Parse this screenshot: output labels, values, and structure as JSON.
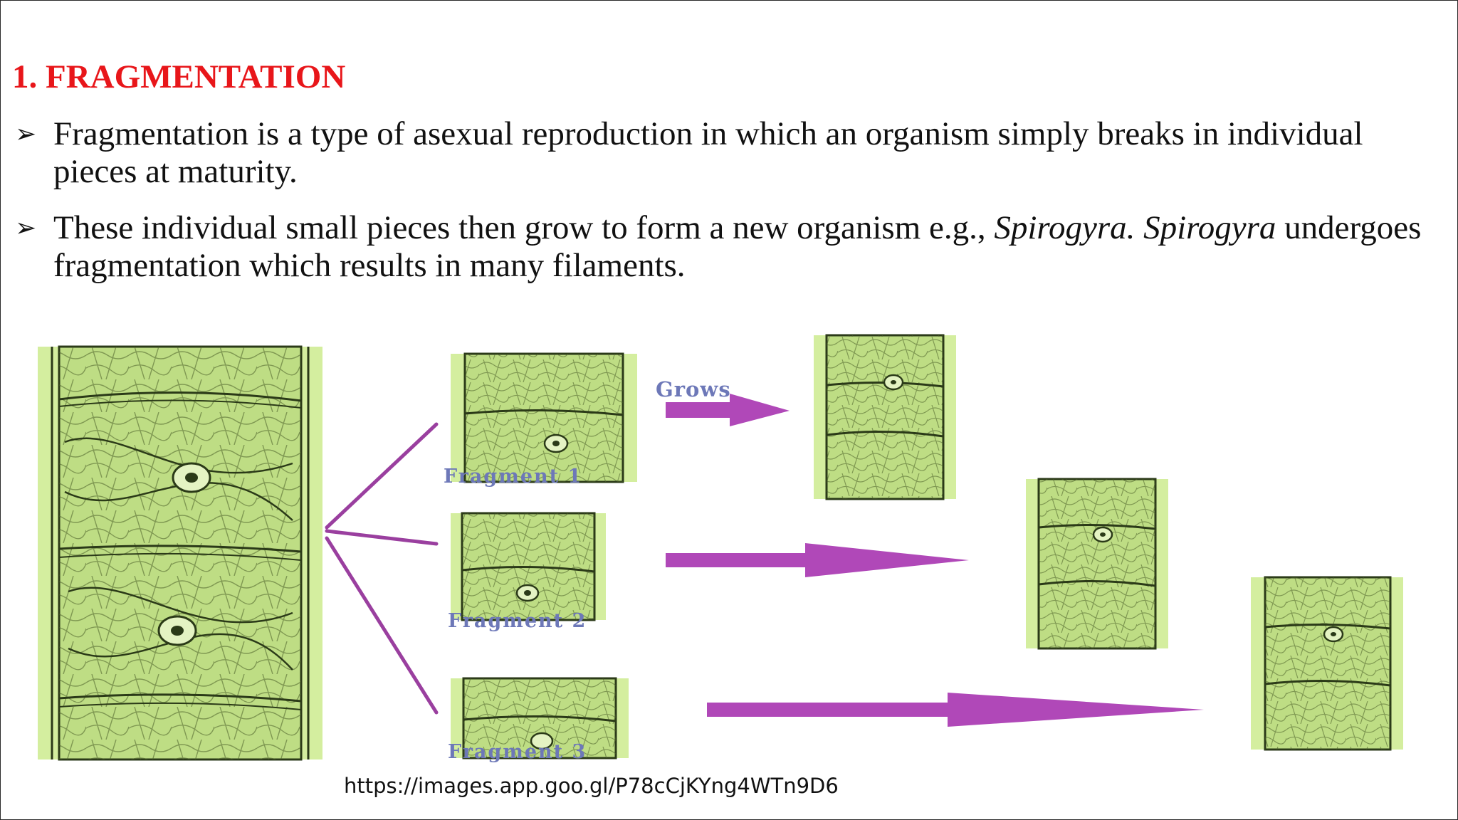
{
  "slide": {
    "title": "1. FRAGMENTATION",
    "bullets": [
      {
        "marker": "➢",
        "text_before": "Fragmentation is a type of asexual reproduction in which an organism simply breaks in individual pieces at maturity.",
        "italic": "",
        "text_after": ""
      },
      {
        "marker": "➢",
        "text_before": "These individual small pieces then grow to form a new organism e.g., ",
        "italic": "Spirogyra. Spirogyra",
        "text_after": " undergoes fragmentation which results in many filaments."
      }
    ],
    "source_url": "https://images.app.goo.gl/P78cCjKYng4WTn9D6"
  },
  "diagram": {
    "grows_label": "Grows",
    "fragment_labels": [
      "Fragment 1",
      "Fragment 2",
      "Fragment 3"
    ]
  },
  "colors": {
    "title": "#e8161a",
    "cell_fill": "#c5e58a",
    "cell_line": "#2b3a18",
    "arrow": "#b048b8",
    "label": "#6d78b8"
  }
}
